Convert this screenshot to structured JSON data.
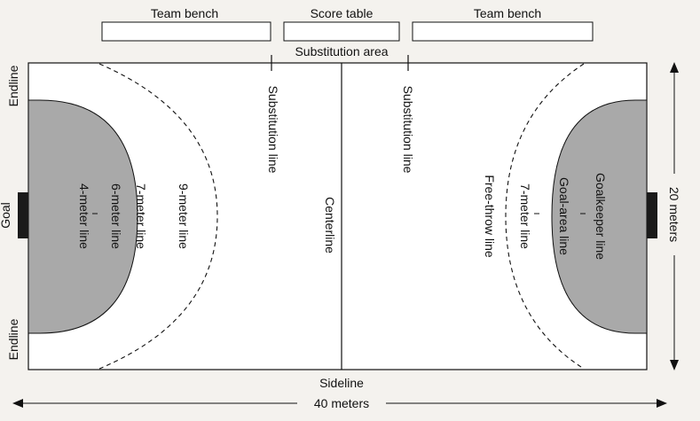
{
  "labels": {
    "team_bench_left": "Team bench",
    "score_table": "Score table",
    "team_bench_right": "Team bench",
    "substitution_area": "Substitution area",
    "endline_top": "Endline",
    "endline_bottom": "Endline",
    "goal": "Goal",
    "four_meter_line": "4-meter line",
    "six_meter_line": "6-meter line",
    "seven_meter_line_left": "7-meter line",
    "nine_meter_line": "9-meter line",
    "substitution_line_left": "Substitution line",
    "centerline": "Centerline",
    "substitution_line_right": "Substitution line",
    "free_throw_line": "Free-throw line",
    "seven_meter_line_right": "7-meter line",
    "goal_area_line": "Goal-area line",
    "goalkeeper_line": "Goalkeeper line",
    "sideline": "Sideline",
    "width_dimension": "40 meters",
    "height_dimension": "20 meters"
  },
  "colors": {
    "court_fill": "#ffffff",
    "goal_area_fill": "#a9a9a9",
    "goal_fill": "#1a1a1a",
    "line": "#111111",
    "background": "#f4f2ee"
  }
}
